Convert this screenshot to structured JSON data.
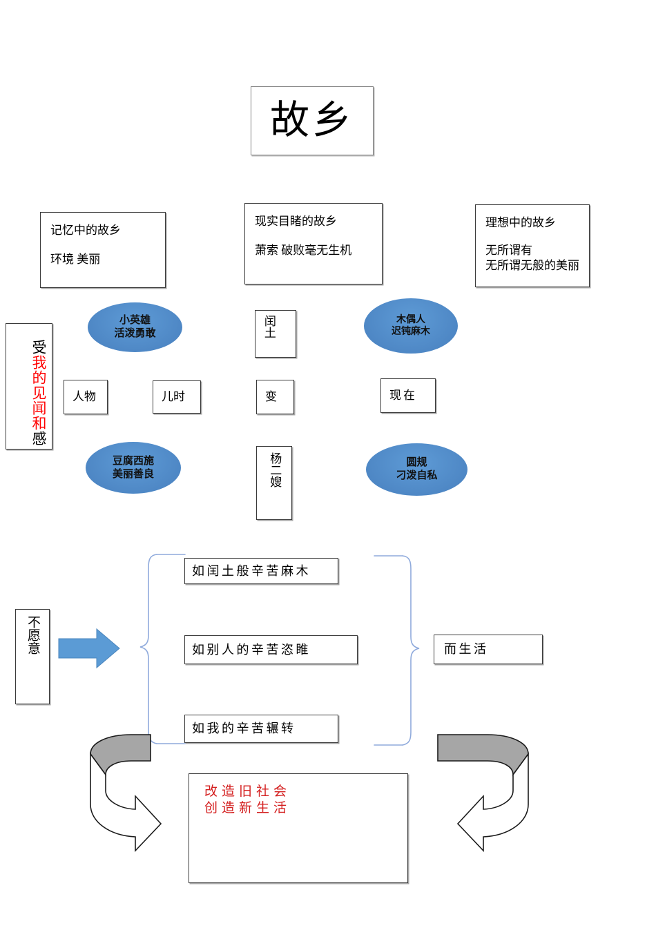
{
  "title": {
    "text": "故乡"
  },
  "memory_boxes": [
    {
      "heading": "记忆中的故乡",
      "detail": "环境 美丽"
    },
    {
      "heading": "现实目睹的故乡",
      "detail": "萧索 破败毫无生机"
    },
    {
      "heading": "理想中的故乡",
      "detail": "无所谓有\n无所谓无般的美丽"
    }
  ],
  "side_label": {
    "black_lead": "受",
    "red_text": "我的见闻和",
    "black_tail": "感",
    "full_text": "我的见闻和感受"
  },
  "characters": {
    "runtu": {
      "name": "闰土",
      "past_ellipse": "小英雄\n活泼勇敢",
      "present_ellipse": "木偶人\n迟钝麻木"
    },
    "yangersao": {
      "name": "杨二嫂",
      "past_ellipse": "豆腐西施\n美丽善良",
      "present_ellipse": "圆规\n刁泼自私"
    },
    "labels": {
      "people": "人物",
      "childhood": "儿时",
      "change": "变",
      "now": "现在"
    }
  },
  "bottom": {
    "unwilling": "不愿意",
    "phrases": [
      "如闰土般辛苦麻木",
      "如别人的辛苦恣睢",
      "如我的辛苦辗转"
    ],
    "and_live": "而生活",
    "conclusion_line1": "改造旧社会",
    "conclusion_line2": "创造新生活"
  },
  "colors": {
    "ellipse_blue": "#4F8ACB",
    "brace_blue": "#8FAADC",
    "arrow_blue": "#5B9BD5",
    "red_text": "#FF0000",
    "conclusion_red": "#D42020",
    "border_gray": "#3A3A3A",
    "arrow_gray_fill": "#A6A6A6"
  }
}
